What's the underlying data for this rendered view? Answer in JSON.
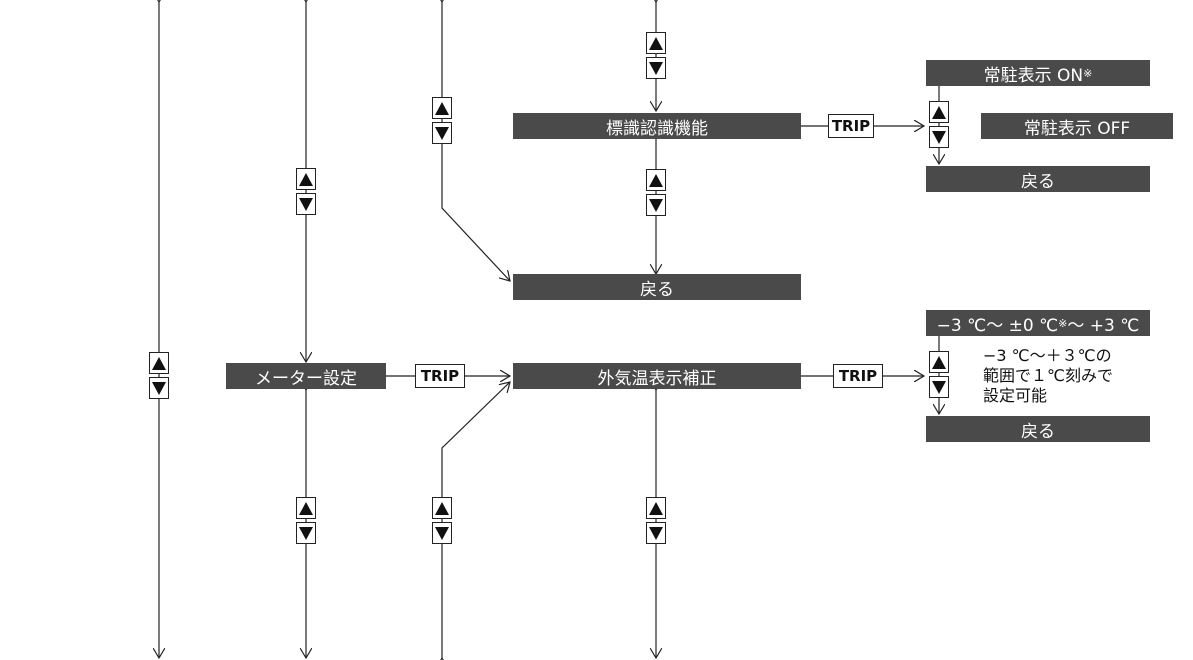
{
  "nodes": {
    "meter_settings": "メーター設定",
    "sign_recognition": "標識認識機能",
    "back_upper": "戻る",
    "outside_temp_correction": "外気温表示補正",
    "resident_on": "常駐表示 ON",
    "resident_on_mark": "※",
    "resident_off": "常駐表示 OFF",
    "back_sign": "戻る",
    "temp_range": "−3 ℃〜 ±0 ℃",
    "temp_range_mark": "※",
    "temp_range_tail": "〜 +3 ℃",
    "back_temp": "戻る"
  },
  "trip_label": "TRIP",
  "note": {
    "line1": "−3 ℃〜＋３℃の",
    "line2": "範囲で１℃刻みで",
    "line3": "設定可能"
  },
  "icons": {
    "up": "up-triangle-icon",
    "down": "down-triangle-icon"
  }
}
